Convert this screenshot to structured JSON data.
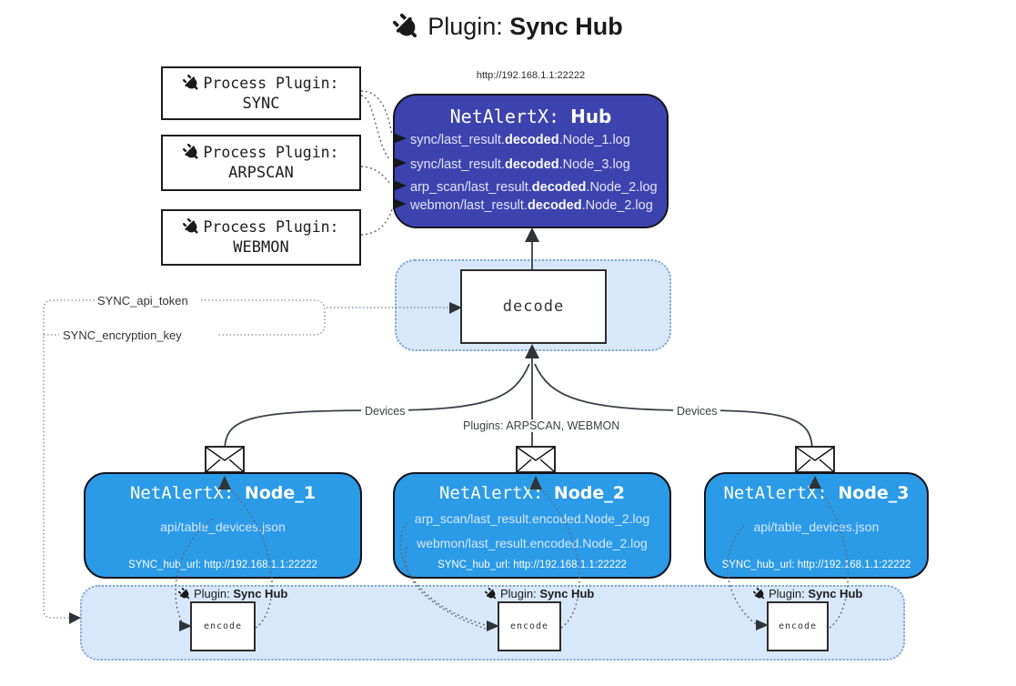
{
  "title": {
    "prefix": "Plugin: ",
    "bold": "Sync Hub"
  },
  "colors": {
    "hub_bg": "#3d43ae",
    "node_bg": "#2b9ae7",
    "panel_bg": "#d8e8fa",
    "panel_border": "#7fa3cc",
    "arrow": "#3a4047"
  },
  "process_plugins": {
    "items": [
      {
        "line1": "Process Plugin:",
        "name": "SYNC"
      },
      {
        "line1": "Process Plugin:",
        "name": "ARPSCAN"
      },
      {
        "line1": "Process Plugin:",
        "name": "WEBMON"
      }
    ]
  },
  "hub": {
    "url_label": "http://192.168.1.1:22222",
    "name_prefix": "NetAlertX: ",
    "name_bold": "Hub",
    "files": [
      {
        "pre": "sync/last_result.",
        "bold": "decoded",
        "post": ".Node_1.log"
      },
      {
        "pre": "sync/last_result.",
        "bold": "decoded",
        "post": ".Node_3.log"
      },
      {
        "pre": "arp_scan/last_result.",
        "bold": "decoded",
        "post": ".Node_2.log"
      },
      {
        "pre": "webmon/last_result.",
        "bold": "decoded",
        "post": ".Node_2.log"
      }
    ]
  },
  "decode": {
    "label": "decode"
  },
  "settings": {
    "api_token": "SYNC_api_token",
    "encryption_key": "SYNC_encryption_key"
  },
  "edges": {
    "devices_left": "Devices",
    "devices_right": "Devices",
    "plugins_label": "Plugins: ARPSCAN, WEBMON"
  },
  "nodes": {
    "items": [
      {
        "name_prefix": "NetAlertX: ",
        "name_bold": "Node_1",
        "files": [
          "api/table_devices.json"
        ],
        "footer": "SYNC_hub_url: http://192.168.1.1:22222"
      },
      {
        "name_prefix": "NetAlertX: ",
        "name_bold": "Node_2",
        "files": [
          "arp_scan/last_result.encoded.Node_2.log",
          "webmon/last_result.encoded.Node_2.log"
        ],
        "footer": "SYNC_hub_url: http://192.168.1.1:22222"
      },
      {
        "name_prefix": "NetAlertX: ",
        "name_bold": "Node_3",
        "files": [
          "api/table_devices.json"
        ],
        "footer": "SYNC_hub_url: http://192.168.1.1:22222"
      }
    ]
  },
  "encoders": {
    "label_prefix": "Plugin: ",
    "label_bold": "Sync Hub",
    "box_label": "encode"
  }
}
